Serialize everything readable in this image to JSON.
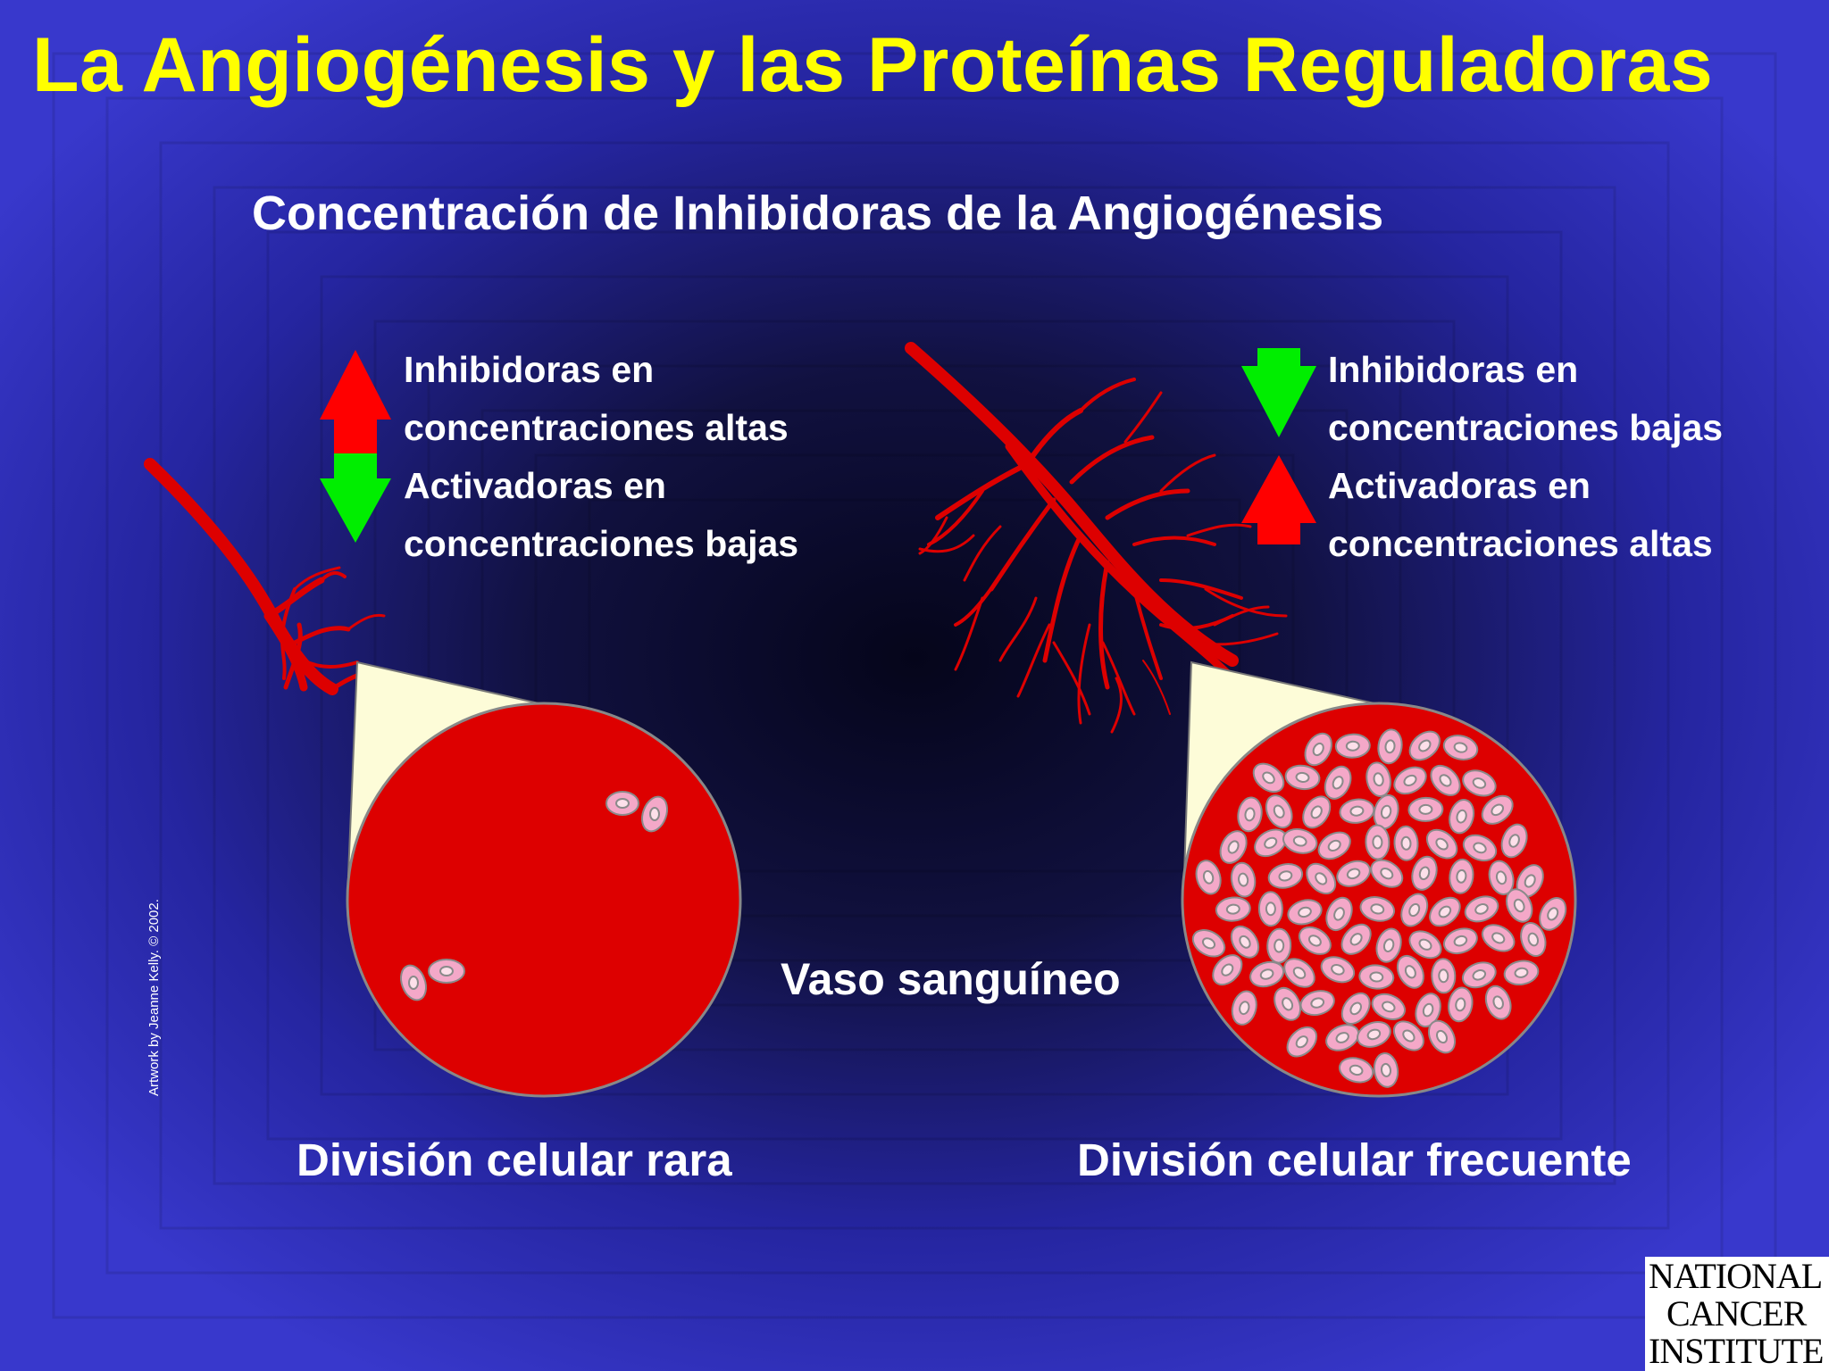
{
  "title": "La Angiogénesis y las Proteínas Reguladoras",
  "subtitle": "Concentración de Inhibidoras de la Angiogénesis",
  "left_panel": {
    "legend": [
      "Inhibidoras en",
      "concentraciones altas",
      "Activadoras en",
      "concentraciones bajas"
    ],
    "caption": "División celular rara"
  },
  "right_panel": {
    "legend": [
      "Inhibidoras en",
      "concentraciones bajas",
      "Activadoras en",
      "concentraciones altas"
    ],
    "caption": "División celular frecuente"
  },
  "vessel_label": "Vaso sanguíneo",
  "credit": "Artwork by Jeanne Kelly. © 2002.",
  "logo": {
    "lines": [
      "NATIONAL",
      "CANCER",
      "INSTITUTE"
    ]
  },
  "colors": {
    "background": "#3535c8",
    "title": "#ffff00",
    "text": "#ffffff",
    "vessel": "#dd0000",
    "arrow_up": "#ff0000",
    "arrow_down": "#00ee00",
    "cell_fill": "#f4a8c8",
    "zoom_cone": "#fdfcd8"
  },
  "icons": [
    "arrow-up-icon",
    "arrow-down-icon"
  ]
}
